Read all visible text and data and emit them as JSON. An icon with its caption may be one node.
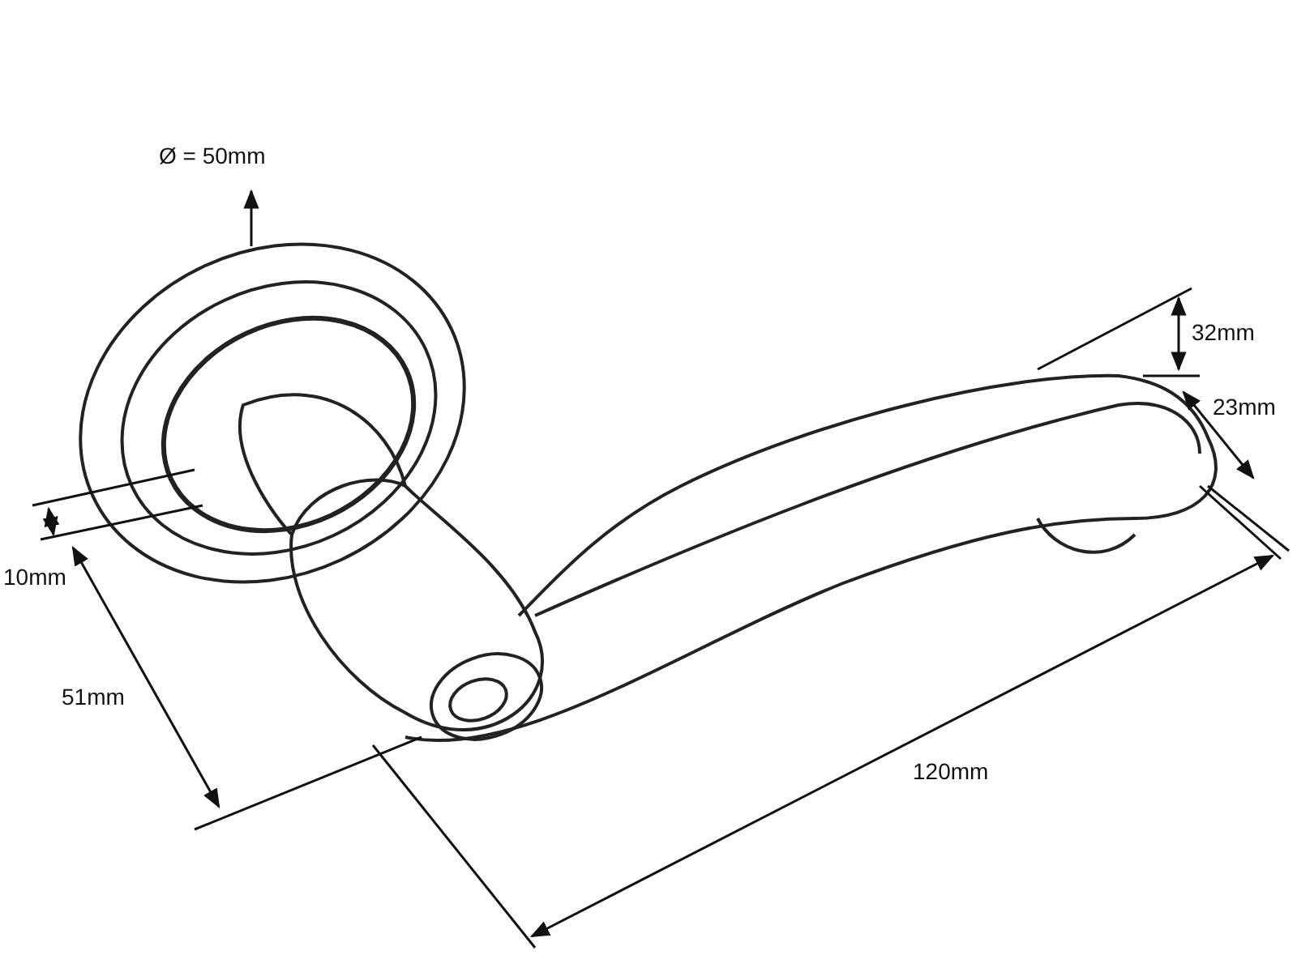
{
  "diagram": {
    "labels": [
      "Ø = 50mm",
      "32mm",
      "23mm",
      "10mm",
      "51mm",
      "120mm"
    ]
  }
}
